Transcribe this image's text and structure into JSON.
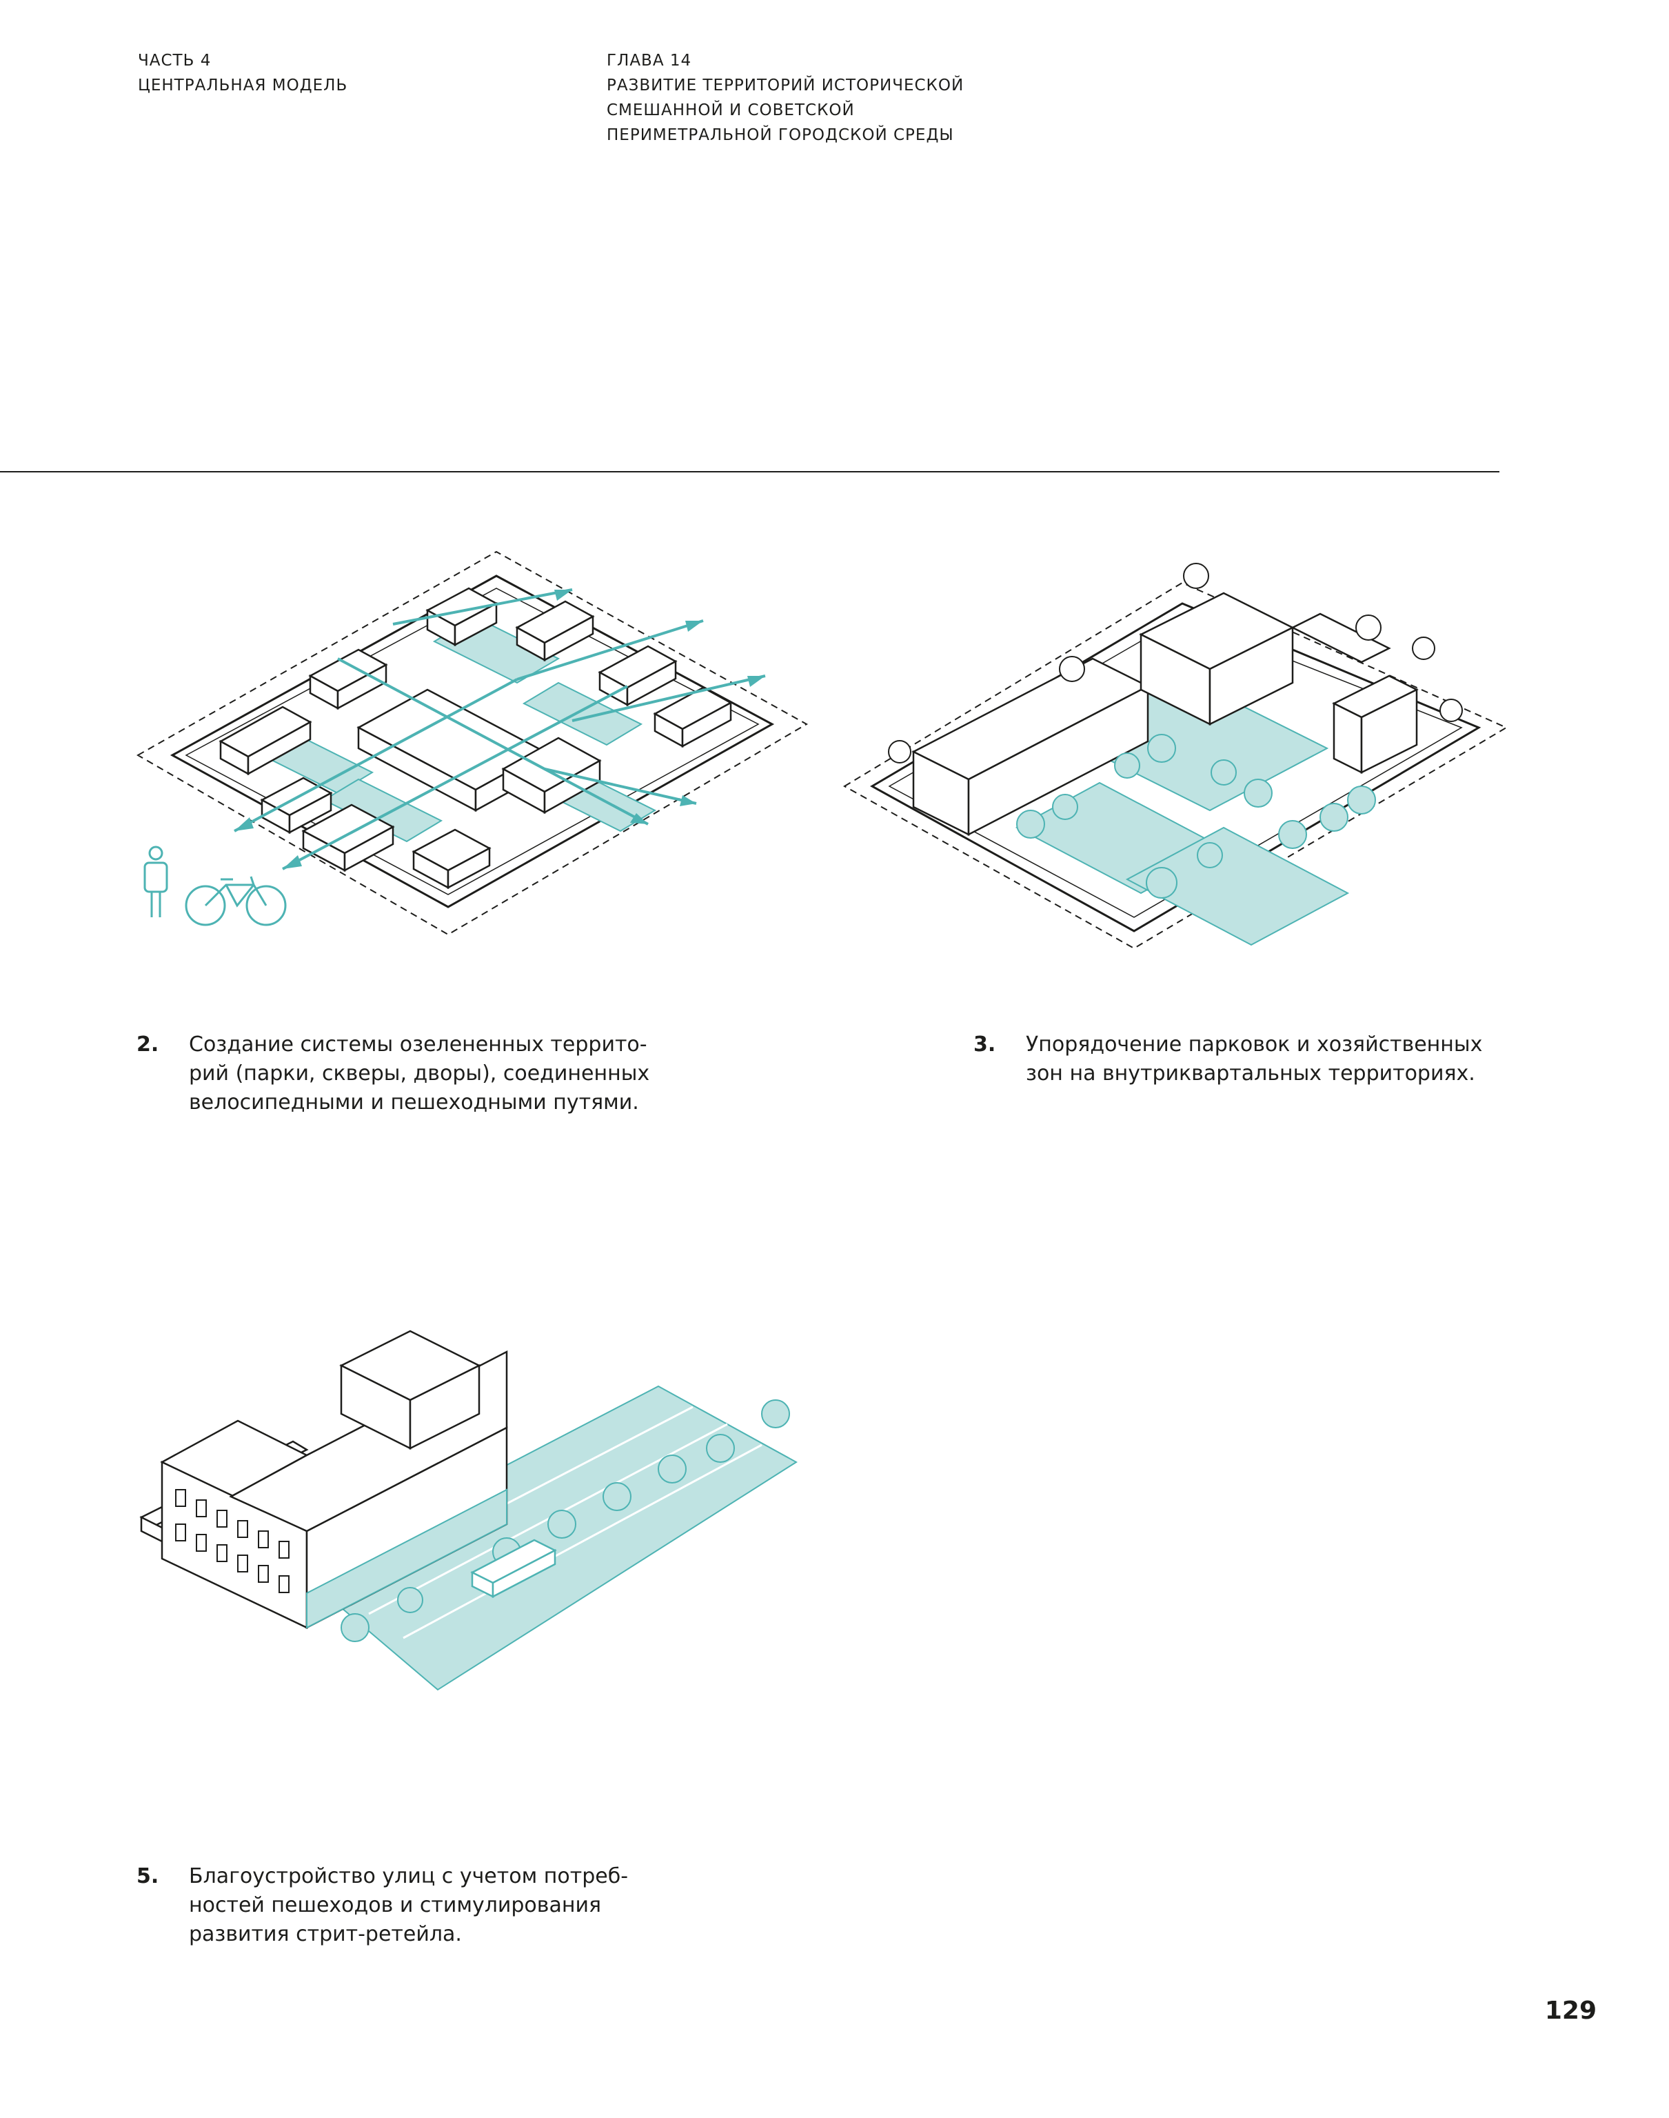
{
  "header": {
    "left": [
      "ЧАСТЬ 4",
      "ЦЕНТРАЛЬНАЯ МОДЕЛЬ"
    ],
    "right": [
      "ГЛАВА 14",
      "РАЗВИТИЕ ТЕРРИТОРИЙ ИСТОРИЧЕСКОЙ",
      "СМЕШАННОЙ И СОВЕТСКОЙ",
      "ПЕРИМЕТРАЛЬНОЙ ГОРОДСКОЙ СРЕДЫ"
    ]
  },
  "colors": {
    "accent": "#4db3b3",
    "accent_fill": "#bfe3e2",
    "ink": "#1d1d1b"
  },
  "illustrations": [
    {
      "id": "2",
      "icons": [
        "pedestrian-icon",
        "bicycle-icon"
      ]
    },
    {
      "id": "3",
      "icons": []
    },
    {
      "id": "5",
      "icons": []
    }
  ],
  "captions": [
    {
      "number": "2.",
      "lines": [
        "Создание системы озелененных террито-",
        "рий (парки, скверы, дворы), соединенных",
        "велосипедными и пешеходными путями."
      ]
    },
    {
      "number": "3.",
      "lines": [
        "Упорядочение парковок и хозяйственных",
        "зон на внутриквартальных территориях."
      ]
    },
    {
      "number": "5.",
      "lines": [
        "Благоустройство улиц с учетом потреб-",
        "ностей пешеходов и стимулирования",
        "развития стрит-ретейла."
      ]
    }
  ],
  "page_number": "129"
}
